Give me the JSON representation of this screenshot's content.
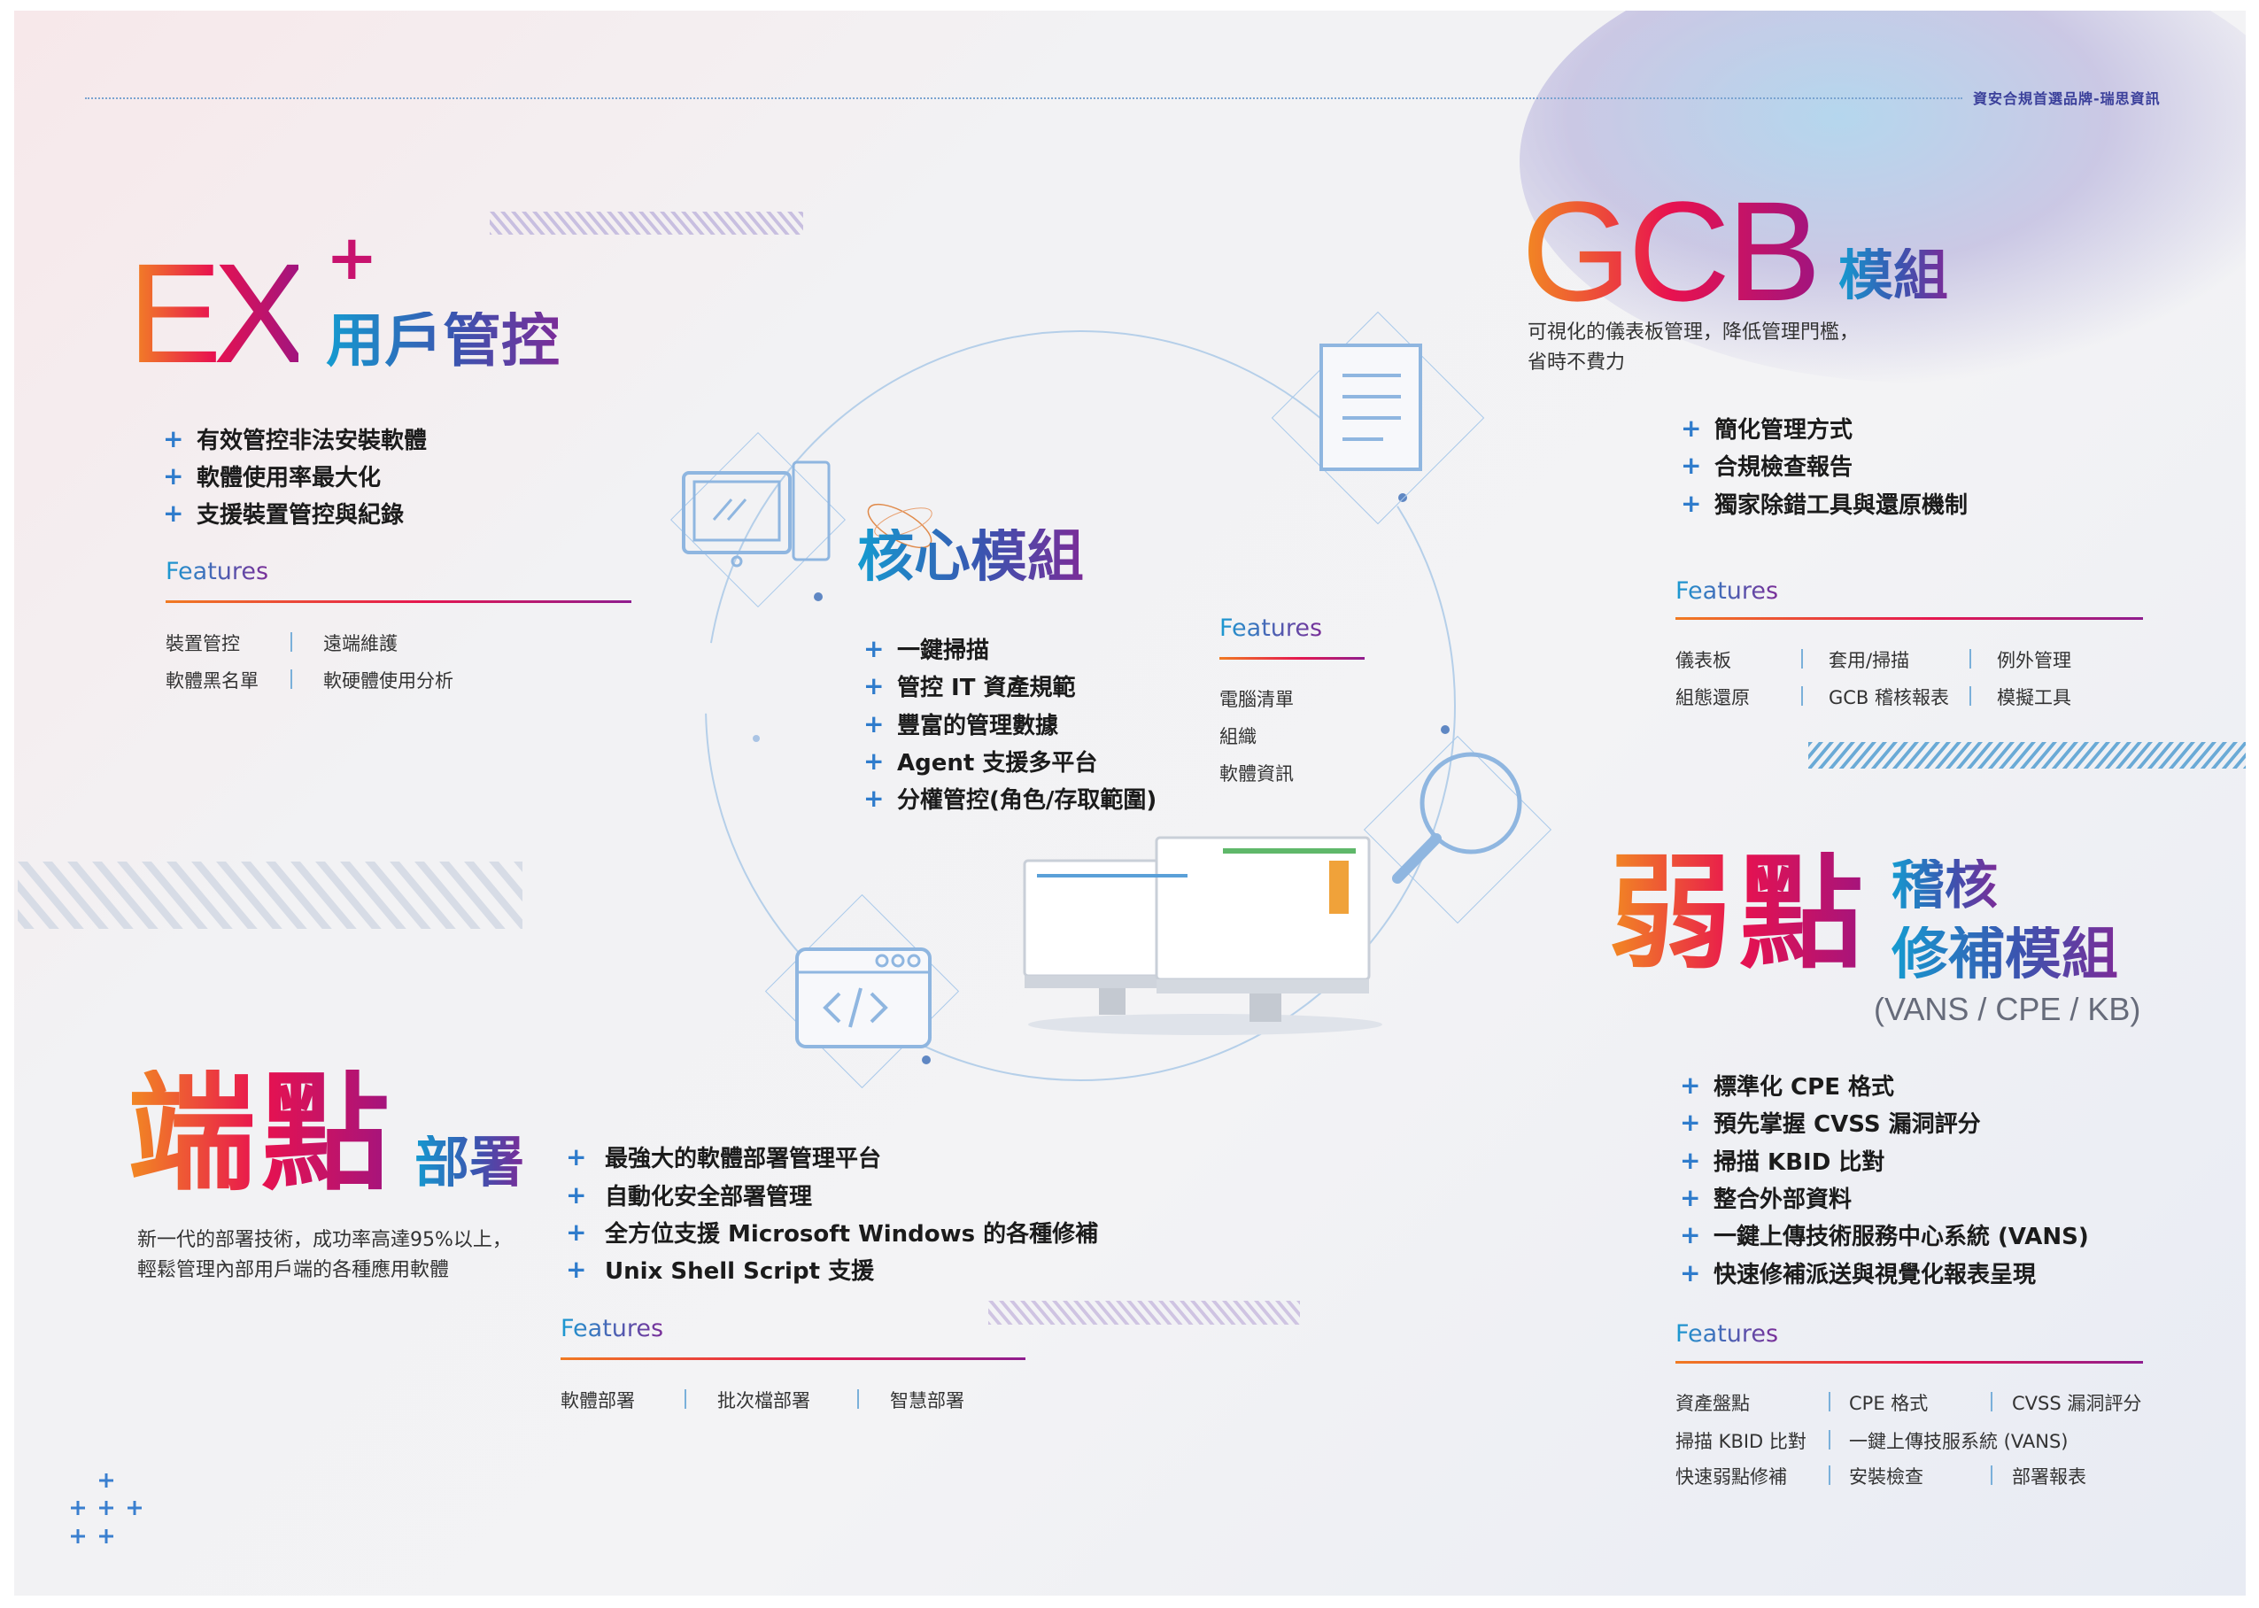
{
  "header": {
    "tagline": "資安合規首選品牌-瑞思資訊"
  },
  "ex": {
    "title_main": "EX",
    "title_plus": "+",
    "title_sub": "用戶管控",
    "bullets": [
      "有效管控非法安裝軟體",
      "軟體使用率最大化",
      "支援裝置管控與紀錄"
    ],
    "features_label": "Features",
    "features": [
      [
        "裝置管控",
        "遠端維護"
      ],
      [
        "軟體黑名單",
        "軟硬體使用分析"
      ]
    ]
  },
  "gcb": {
    "title_main": "GCB",
    "title_sub": "模組",
    "desc": [
      "可視化的儀表板管理，降低管理門檻，",
      "省時不費力"
    ],
    "bullets": [
      "簡化管理方式",
      "合規檢查報告",
      "獨家除錯工具與還原機制"
    ],
    "features_label": "Features",
    "features": [
      [
        "儀表板",
        "套用/掃描",
        "例外管理"
      ],
      [
        "組態還原",
        "GCB 稽核報表",
        "模擬工具"
      ]
    ]
  },
  "core": {
    "title": "核心模組",
    "bullets": [
      "一鍵掃描",
      "管控 IT 資產規範",
      "豐富的管理數據",
      "Agent 支援多平台",
      "分權管控(角色/存取範圍)"
    ],
    "features_label": "Features",
    "features": [
      "電腦清單",
      "組織",
      "軟體資訊"
    ]
  },
  "vuln": {
    "title_main": "弱點",
    "title_sub1": "稽核",
    "title_sub2": "修補模組",
    "title_paren": "(VANS / CPE / KB)",
    "bullets": [
      "標準化 CPE 格式",
      "預先掌握 CVSS 漏洞評分",
      "掃描 KBID 比對",
      "整合外部資料",
      "一鍵上傳技術服務中心系統 (VANS)",
      "快速修補派送與視覺化報表呈現"
    ],
    "features_label": "Features",
    "features": [
      [
        "資產盤點",
        "CPE 格式",
        "CVSS 漏洞評分"
      ],
      [
        "掃描 KBID 比對",
        "一鍵上傳技服系統 (VANS)"
      ],
      [
        "快速弱點修補",
        "安裝檢查",
        "部署報表"
      ]
    ]
  },
  "endpoint": {
    "title_main": "端點",
    "title_sub": "部署",
    "desc": [
      "新一代的部署技術，成功率高達95%以上，",
      "輕鬆管理內部用戶端的各種應用軟體"
    ],
    "bullets": [
      "最強大的軟體部署管理平台",
      "自動化安全部署管理",
      "全方位支援 Microsoft Windows 的各種修補",
      "Unix Shell Script 支援"
    ],
    "features_label": "Features",
    "features": [
      "軟體部署",
      "批次檔部署",
      "智慧部署"
    ]
  },
  "colors": {
    "accent_blue": "#2f7ccc",
    "warm_start": "#f28a22",
    "warm_mid": "#e8124f",
    "purple": "#7b2c98"
  }
}
